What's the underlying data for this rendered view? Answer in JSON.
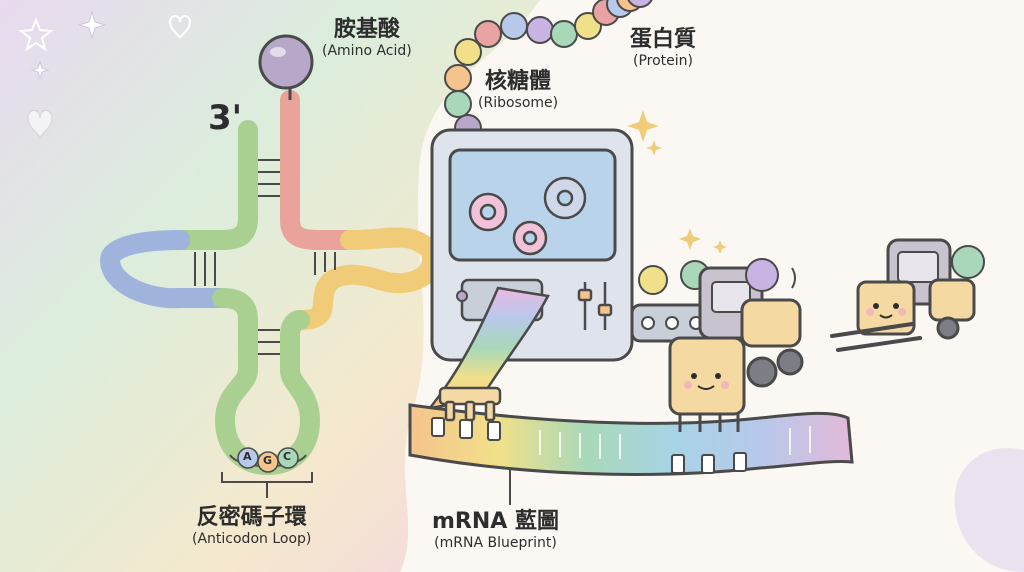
{
  "labels": {
    "amino_acid": {
      "zh": "胺基酸",
      "en": "(Amino Acid)"
    },
    "ribosome": {
      "zh": "核糖體",
      "en": "(Ribosome)"
    },
    "protein": {
      "zh": "蛋白質",
      "en": "(Protein)"
    },
    "anticodon_loop": {
      "zh": "反密碼子環",
      "en": "(Anticodon Loop)"
    },
    "mrna": {
      "zh": "mRNA 藍圖",
      "en": "(mRNA Blueprint)"
    },
    "three_prime": "3'"
  },
  "anticodon_bases": [
    "A",
    "G",
    "C"
  ],
  "colors": {
    "trna_pink": "#e9a39a",
    "trna_blue": "#9fb3dc",
    "trna_yellow": "#f1cc78",
    "trna_green": "#a9cf91",
    "amino_ball": "#b7a7c9",
    "machine": "#dfe4ec",
    "forklift": "#f5d9a3"
  },
  "protein_bead_colors": [
    "#b7a7c9",
    "#a8d8b9",
    "#f4c48c",
    "#f1e08a",
    "#e9a3a3",
    "#b8c8ea",
    "#c9b3e3",
    "#a8d8b9",
    "#f1e08a",
    "#e9a3a3",
    "#b8c8ea",
    "#f4c48c",
    "#c9b3e3"
  ]
}
